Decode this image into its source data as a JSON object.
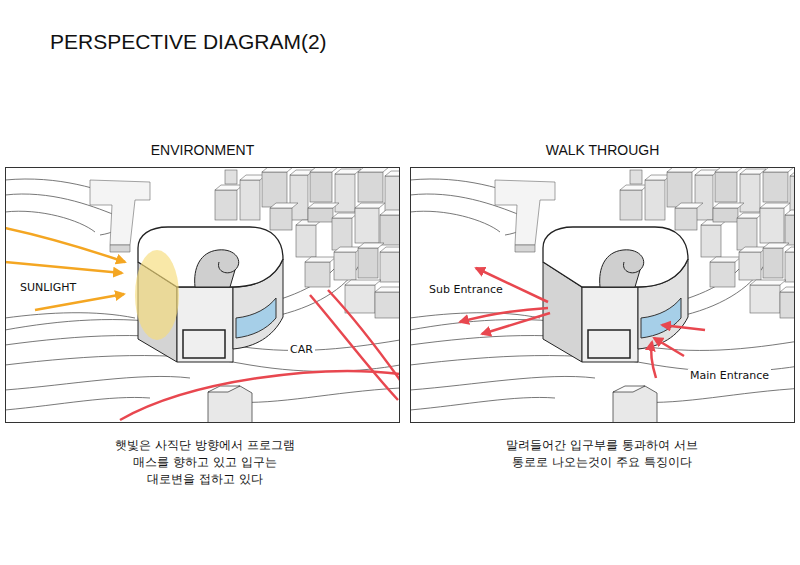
{
  "diagram": {
    "title": "PERSPECTIVE DIAGRAM(2)",
    "nodes": [
      {
        "text": [
          "ENVIRONMENT"
        ]
      },
      {
        "text": [
          "WALK THROUGH"
        ]
      }
    ],
    "labels": [
      "SUNLIGHT",
      "CAR",
      "Sub Entrance",
      "Main Entrance",
      "햇빛은 사직단 방향에서 프로그램 매스를 향하고 있고 입구는 대로변을 접하고 있다",
      "말려들어간 입구부를 통과하여 서브 통로로 나오는것이 주요 특징이다"
    ]
  }
}
